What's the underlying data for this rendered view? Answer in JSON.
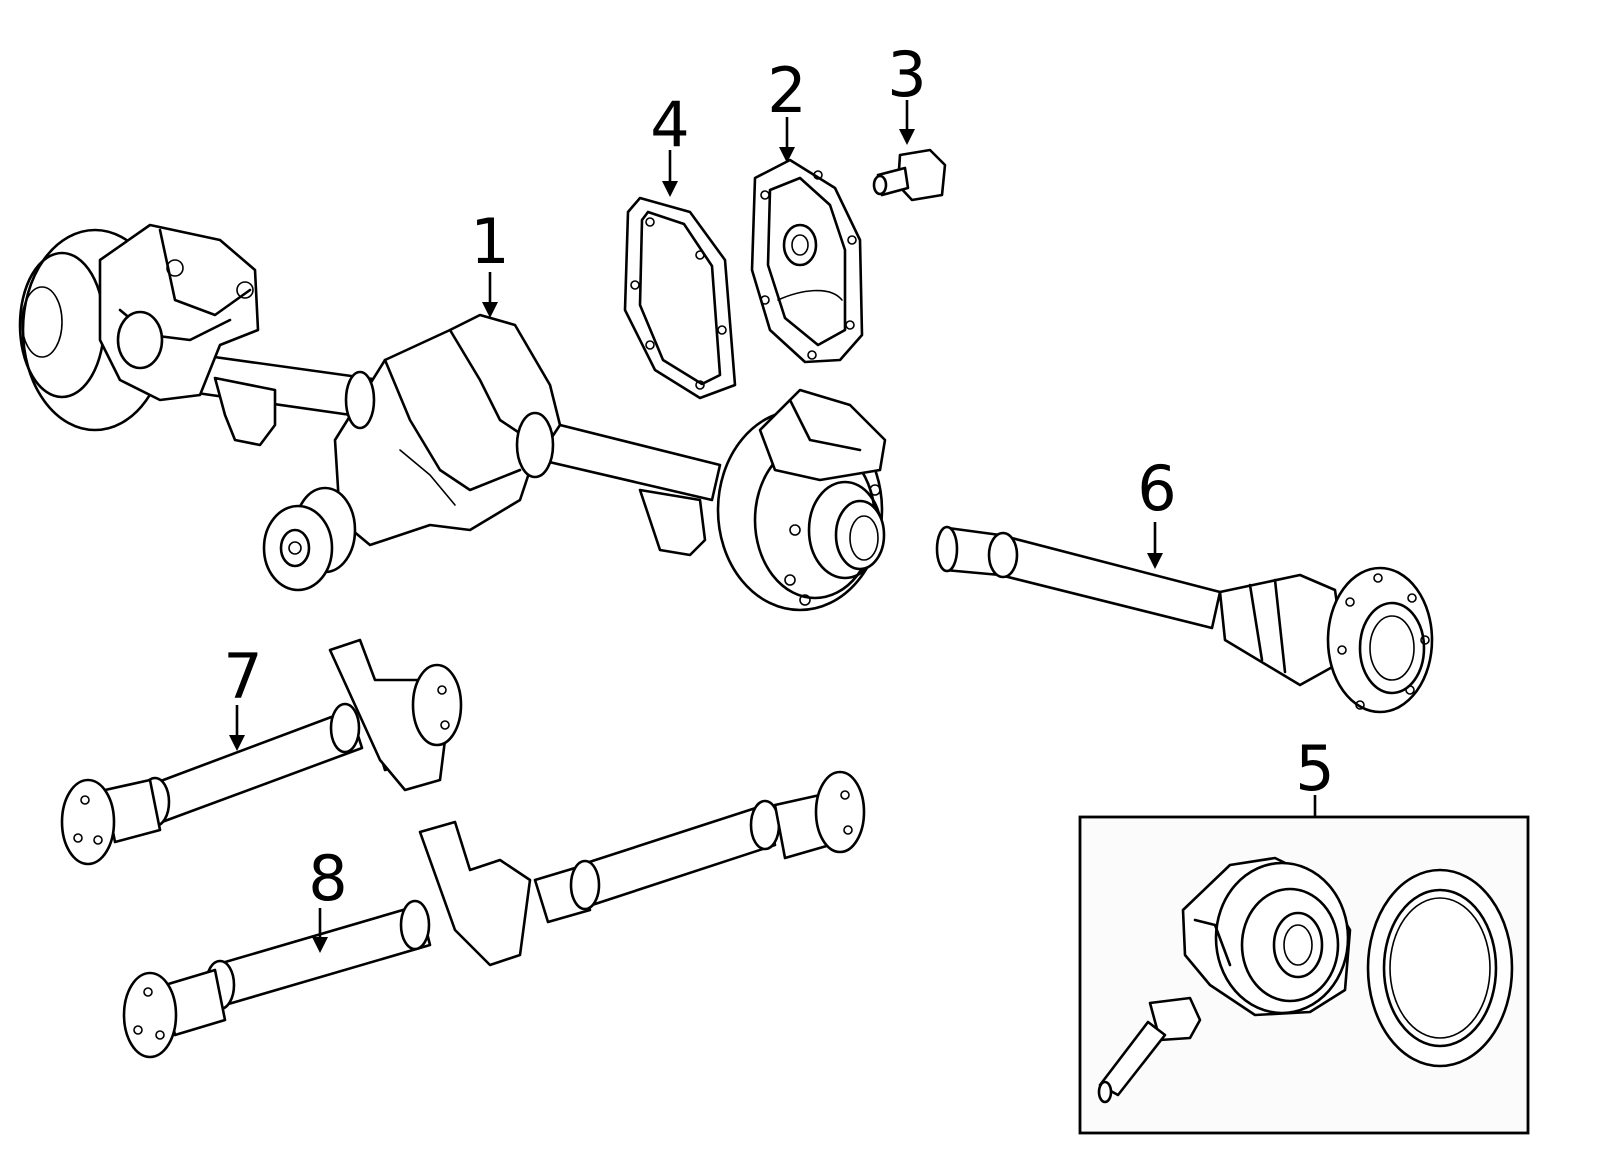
{
  "callouts": [
    {
      "id": "1",
      "label": "1",
      "part": "axle-housing"
    },
    {
      "id": "2",
      "label": "2",
      "part": "differential-cover"
    },
    {
      "id": "3",
      "label": "3",
      "part": "cover-bolt"
    },
    {
      "id": "4",
      "label": "4",
      "part": "cover-gasket"
    },
    {
      "id": "5",
      "label": "5",
      "part": "pinion-kit"
    },
    {
      "id": "6",
      "label": "6",
      "part": "axle-shaft"
    },
    {
      "id": "7",
      "label": "7",
      "part": "rear-drive-shaft"
    },
    {
      "id": "8",
      "label": "8",
      "part": "front-drive-shaft"
    }
  ]
}
